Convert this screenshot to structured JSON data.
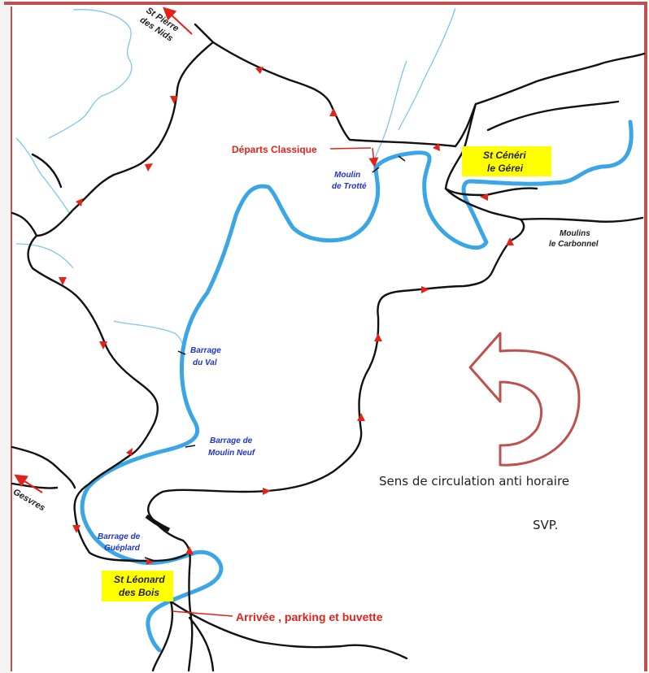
{
  "map": {
    "labels": {
      "st_pierre_line1": "St Pierre",
      "st_pierre_line2": "des Nids",
      "departs": "Départs Classique",
      "moulin_trotte_line1": "Moulin",
      "moulin_trotte_line2": "de Trotté",
      "st_ceneri_line1": "St Cénéri",
      "st_ceneri_line2": "le Gérei",
      "moulins_carbonnel_line1": "Moulins",
      "moulins_carbonnel_line2": "le Carbonnel",
      "barrage_val_line1": "Barrage",
      "barrage_val_line2": "du Val",
      "barrage_moulin_neuf_line1": "Barrage de",
      "barrage_moulin_neuf_line2": "Moulin Neuf",
      "gesvres": "Gesvres",
      "barrage_gueplard_line1": "Barrage de",
      "barrage_gueplard_line2": "Guéplard",
      "st_leonard_line1": "St Léonard",
      "st_leonard_line2": "des Bois",
      "arrivee": "Arrivée ,  parking et buvette",
      "sens_line1": "Sens de circulation anti horaire",
      "sens_line2": "SVP."
    },
    "colors": {
      "frame": "#c0504d",
      "river": "#3aa6e6",
      "stream": "#7fc6ee",
      "road": "#111111",
      "arrow": "#e2231a",
      "highlight": "#ffff00",
      "big_arrow": "#c0504d"
    }
  }
}
